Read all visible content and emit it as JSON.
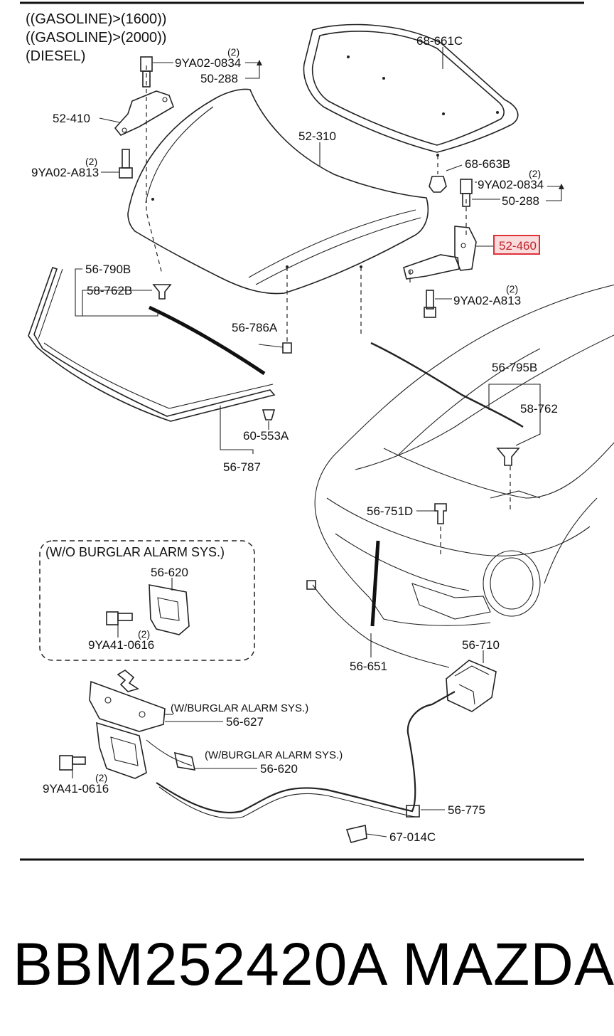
{
  "header_conditions": [
    "((GASOLINE)>(1600))",
    "((GASOLINE)>(2000))",
    "(DIESEL)"
  ],
  "labels": {
    "p68_661C": "68-661C",
    "p9YA02_0834_a": "9YA02-0834",
    "p9YA02_0834_a_qty": "(2)",
    "p50_288_a": "50-288",
    "p52_410": "52-410",
    "p9YA02_A813_a": "9YA02-A813",
    "p9YA02_A813_a_qty": "(2)",
    "p52_310": "52-310",
    "p68_663B": "68-663B",
    "p9YA02_0834_b": "9YA02-0834",
    "p9YA02_0834_b_qty": "(2)",
    "p50_288_b": "50-288",
    "p52_460": "52-460",
    "p9YA02_A813_b": "9YA02-A813",
    "p9YA02_A813_b_qty": "(2)",
    "p56_790B": "56-790B",
    "p58_762B": "58-762B",
    "p56_786A": "56-786A",
    "p56_795B": "56-795B",
    "p58_762": "58-762",
    "p60_553A": "60-553A",
    "p56_787": "56-787",
    "p56_751D": "56-751D",
    "p56_620_a": "56-620",
    "p9YA41_0616_a": "9YA41-0616",
    "p9YA41_0616_a_qty": "(2)",
    "p56_651": "56-651",
    "p56_710": "56-710",
    "p56_627_note": "(W/BURGLAR ALARM SYS.)",
    "p56_627": "56-627",
    "p56_620_b_note": "(W/BURGLAR ALARM SYS.)",
    "p56_620_b": "56-620",
    "p9YA41_0616_b": "9YA41-0616",
    "p9YA41_0616_b_qty": "(2)",
    "p56_775": "56-775",
    "p67_014C": "67-014C"
  },
  "wo_alarm_box_title": "(W/O BURGLAR ALARM SYS.)",
  "highlighted_part": "52-460",
  "highlight_color": "#e0303a",
  "footer": {
    "part_number": "BBM252420A",
    "brand": "MAZDA"
  }
}
